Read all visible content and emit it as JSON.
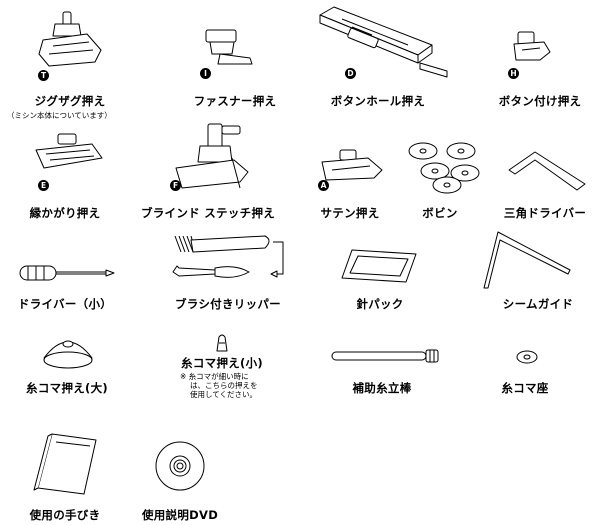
{
  "row1": {
    "zigzag": {
      "label": "ジグザグ押え",
      "sub": "（ミシン本体についています）",
      "badge": "T"
    },
    "zipper": {
      "label": "ファスナー押え",
      "badge": "I"
    },
    "buttonhole": {
      "label": "ボタンホール押え",
      "badge": "D"
    },
    "button_sew": {
      "label": "ボタン付け押え",
      "badge": "H"
    }
  },
  "row2": {
    "edge": {
      "label": "縁かがり押え",
      "badge": "E"
    },
    "blind": {
      "label": "ブラインド ステッチ押え",
      "badge": "F"
    },
    "satin": {
      "label": "サテン押え",
      "badge": "A"
    },
    "bobbin": {
      "label": "ボビン"
    },
    "tri_driver": {
      "label": "三角ドライバー"
    }
  },
  "row3": {
    "driver_small": {
      "label": "ドライバー（小）"
    },
    "brush_ripper": {
      "label": "ブラシ付きリッパー"
    },
    "needle_pack": {
      "label": "針パック"
    },
    "seam_guide": {
      "label": "シームガイド"
    }
  },
  "row4": {
    "spool_cap_large": {
      "label": "糸コマ押え(大)"
    },
    "spool_cap_small": {
      "label": "糸コマ押え(小)",
      "note": [
        "※ 糸コマが細い時に",
        "は、こちらの押えを",
        "使用してください。"
      ]
    },
    "spool_pin": {
      "label": "補助糸立棒"
    },
    "spool_felt": {
      "label": "糸コマ座"
    }
  },
  "row5": {
    "manual": {
      "label": "使用の手びき"
    },
    "dvd": {
      "label": "使用説明DVD"
    }
  }
}
